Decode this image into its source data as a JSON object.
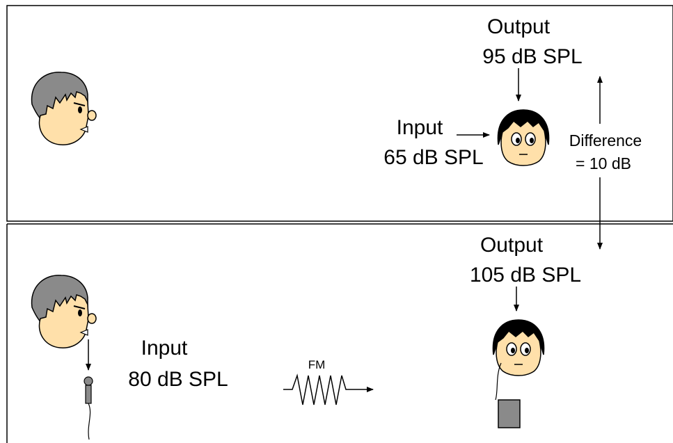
{
  "top_panel": {
    "output_title": "Output",
    "output_level": "95 dB SPL",
    "input_title": "Input",
    "input_level": "65 dB SPL"
  },
  "difference": {
    "line1": "Difference",
    "line2": "= 10 dB"
  },
  "bottom_panel": {
    "output_title": "Output",
    "output_level": "105 dB SPL",
    "input_title": "Input",
    "input_level": "80 dB SPL",
    "fm_label": "FM"
  },
  "colors": {
    "hair": "#8a8a8a",
    "face": "#ffe0aa",
    "child_hair": "#000000",
    "receiver": "#8a8a8a",
    "border": "#000000"
  }
}
